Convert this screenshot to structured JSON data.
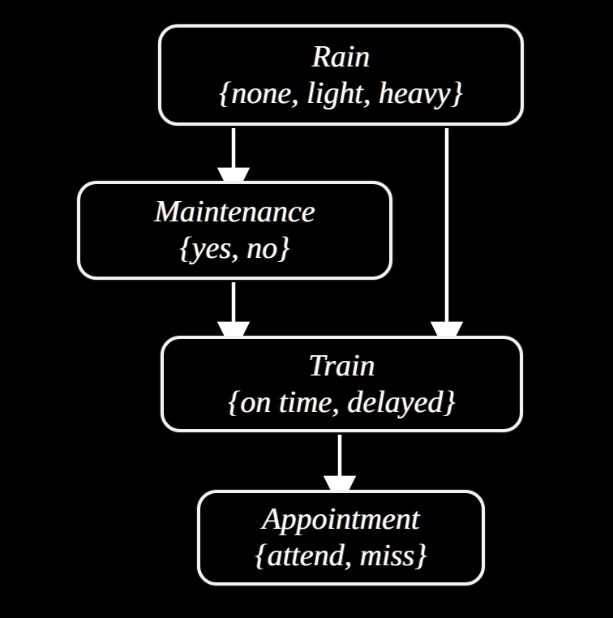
{
  "diagram": {
    "type": "bayesian-network",
    "title": "",
    "background_color": "#000000",
    "node_border_color": "#f2f2f2",
    "node_fill_color": "#000000",
    "text_color": "#ffffff",
    "edge_color": "#ffffff",
    "nodes": [
      {
        "id": "rain",
        "name": "Rain",
        "domain_text": "{none, light, heavy}",
        "states": [
          "none",
          "light",
          "heavy"
        ]
      },
      {
        "id": "maintenance",
        "name": "Maintenance",
        "domain_text": "{yes, no}",
        "states": [
          "yes",
          "no"
        ]
      },
      {
        "id": "train",
        "name": "Train",
        "domain_text": "{on time, delayed}",
        "states": [
          "on time",
          "delayed"
        ]
      },
      {
        "id": "appointment",
        "name": "Appointment",
        "domain_text": "{attend, miss}",
        "states": [
          "attend",
          "miss"
        ]
      }
    ],
    "edges": [
      {
        "id": "rain-to-maintenance",
        "from": "rain",
        "to": "maintenance",
        "label": ""
      },
      {
        "id": "rain-to-train",
        "from": "rain",
        "to": "train",
        "label": ""
      },
      {
        "id": "maintenance-to-train",
        "from": "maintenance",
        "to": "train",
        "label": ""
      },
      {
        "id": "train-to-appointment",
        "from": "train",
        "to": "appointment",
        "label": ""
      }
    ]
  }
}
